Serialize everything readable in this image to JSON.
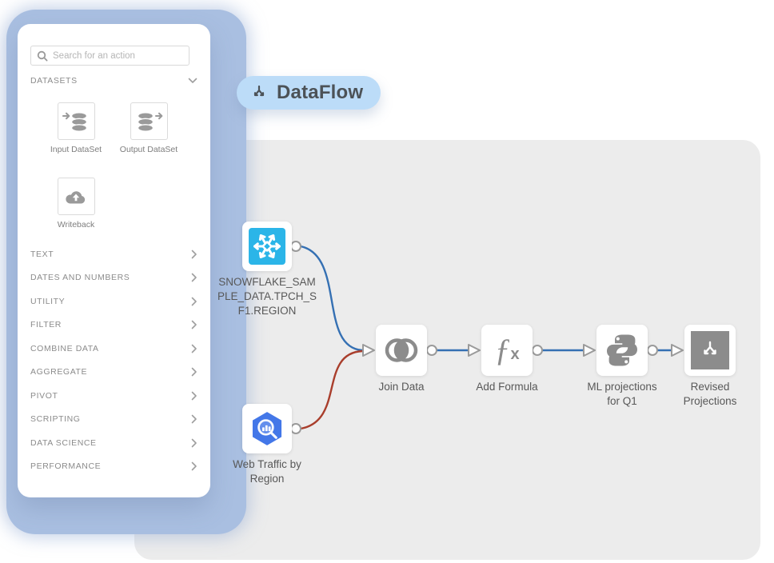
{
  "badge": {
    "label": "DataFlow"
  },
  "sidebar": {
    "search": {
      "placeholder": "Search for an action"
    },
    "datasets_header": "DATASETS",
    "tiles": [
      {
        "label": "Input DataSet",
        "icon": "database-input-icon"
      },
      {
        "label": "Output DataSet",
        "icon": "database-output-icon"
      },
      {
        "label": "Writeback",
        "icon": "cloud-upload-icon"
      }
    ],
    "categories": [
      {
        "label": "TEXT"
      },
      {
        "label": "DATES AND NUMBERS"
      },
      {
        "label": "UTILITY"
      },
      {
        "label": "FILTER"
      },
      {
        "label": "COMBINE DATA"
      },
      {
        "label": "AGGREGATE"
      },
      {
        "label": "PIVOT"
      },
      {
        "label": "SCRIPTING"
      },
      {
        "label": "DATA SCIENCE"
      },
      {
        "label": "PERFORMANCE"
      }
    ]
  },
  "canvas": {
    "nodes": [
      {
        "id": "snowflake-input",
        "icon": "snowflake-icon",
        "label_lines": [
          "SNOWFLAKE_SAM",
          "PLE_DATA.TPCH_S",
          "F1.REGION"
        ]
      },
      {
        "id": "bigquery-input",
        "icon": "bigquery-icon",
        "label_lines": [
          "Web Traffic by",
          "Region"
        ]
      },
      {
        "id": "join-data",
        "icon": "join-venn-icon",
        "label_lines": [
          "Join Data"
        ]
      },
      {
        "id": "add-formula",
        "icon": "function-icon",
        "label_lines": [
          "Add Formula"
        ]
      },
      {
        "id": "ml-projections",
        "icon": "python-icon",
        "label_lines": [
          "ML projections",
          "for Q1"
        ]
      },
      {
        "id": "revised-projections",
        "icon": "dataflow-branch-icon",
        "label_lines": [
          "Revised",
          "Projections"
        ]
      }
    ],
    "edges": [
      {
        "from": "snowflake-input",
        "to": "join-data"
      },
      {
        "from": "bigquery-input",
        "to": "join-data"
      },
      {
        "from": "join-data",
        "to": "add-formula"
      },
      {
        "from": "add-formula",
        "to": "ml-projections"
      },
      {
        "from": "ml-projections",
        "to": "revised-projections"
      }
    ],
    "edge_colors": {
      "blue": "#3570B3",
      "red": "#A93E2C"
    }
  },
  "icons": {
    "function_f": "ƒ",
    "function_x": "x"
  },
  "colors": {
    "canvas_bg": "#ECECEC",
    "periwinkle": "#A9BFE1",
    "badge_bg": "#BCDCF8",
    "badge_text": "#4C5257",
    "node_icon_gray": "#8C8C8C",
    "snowflake_teal": "#2BB5E8",
    "bigquery_blue": "#4377E8",
    "port_stroke": "#9A9A9A"
  }
}
